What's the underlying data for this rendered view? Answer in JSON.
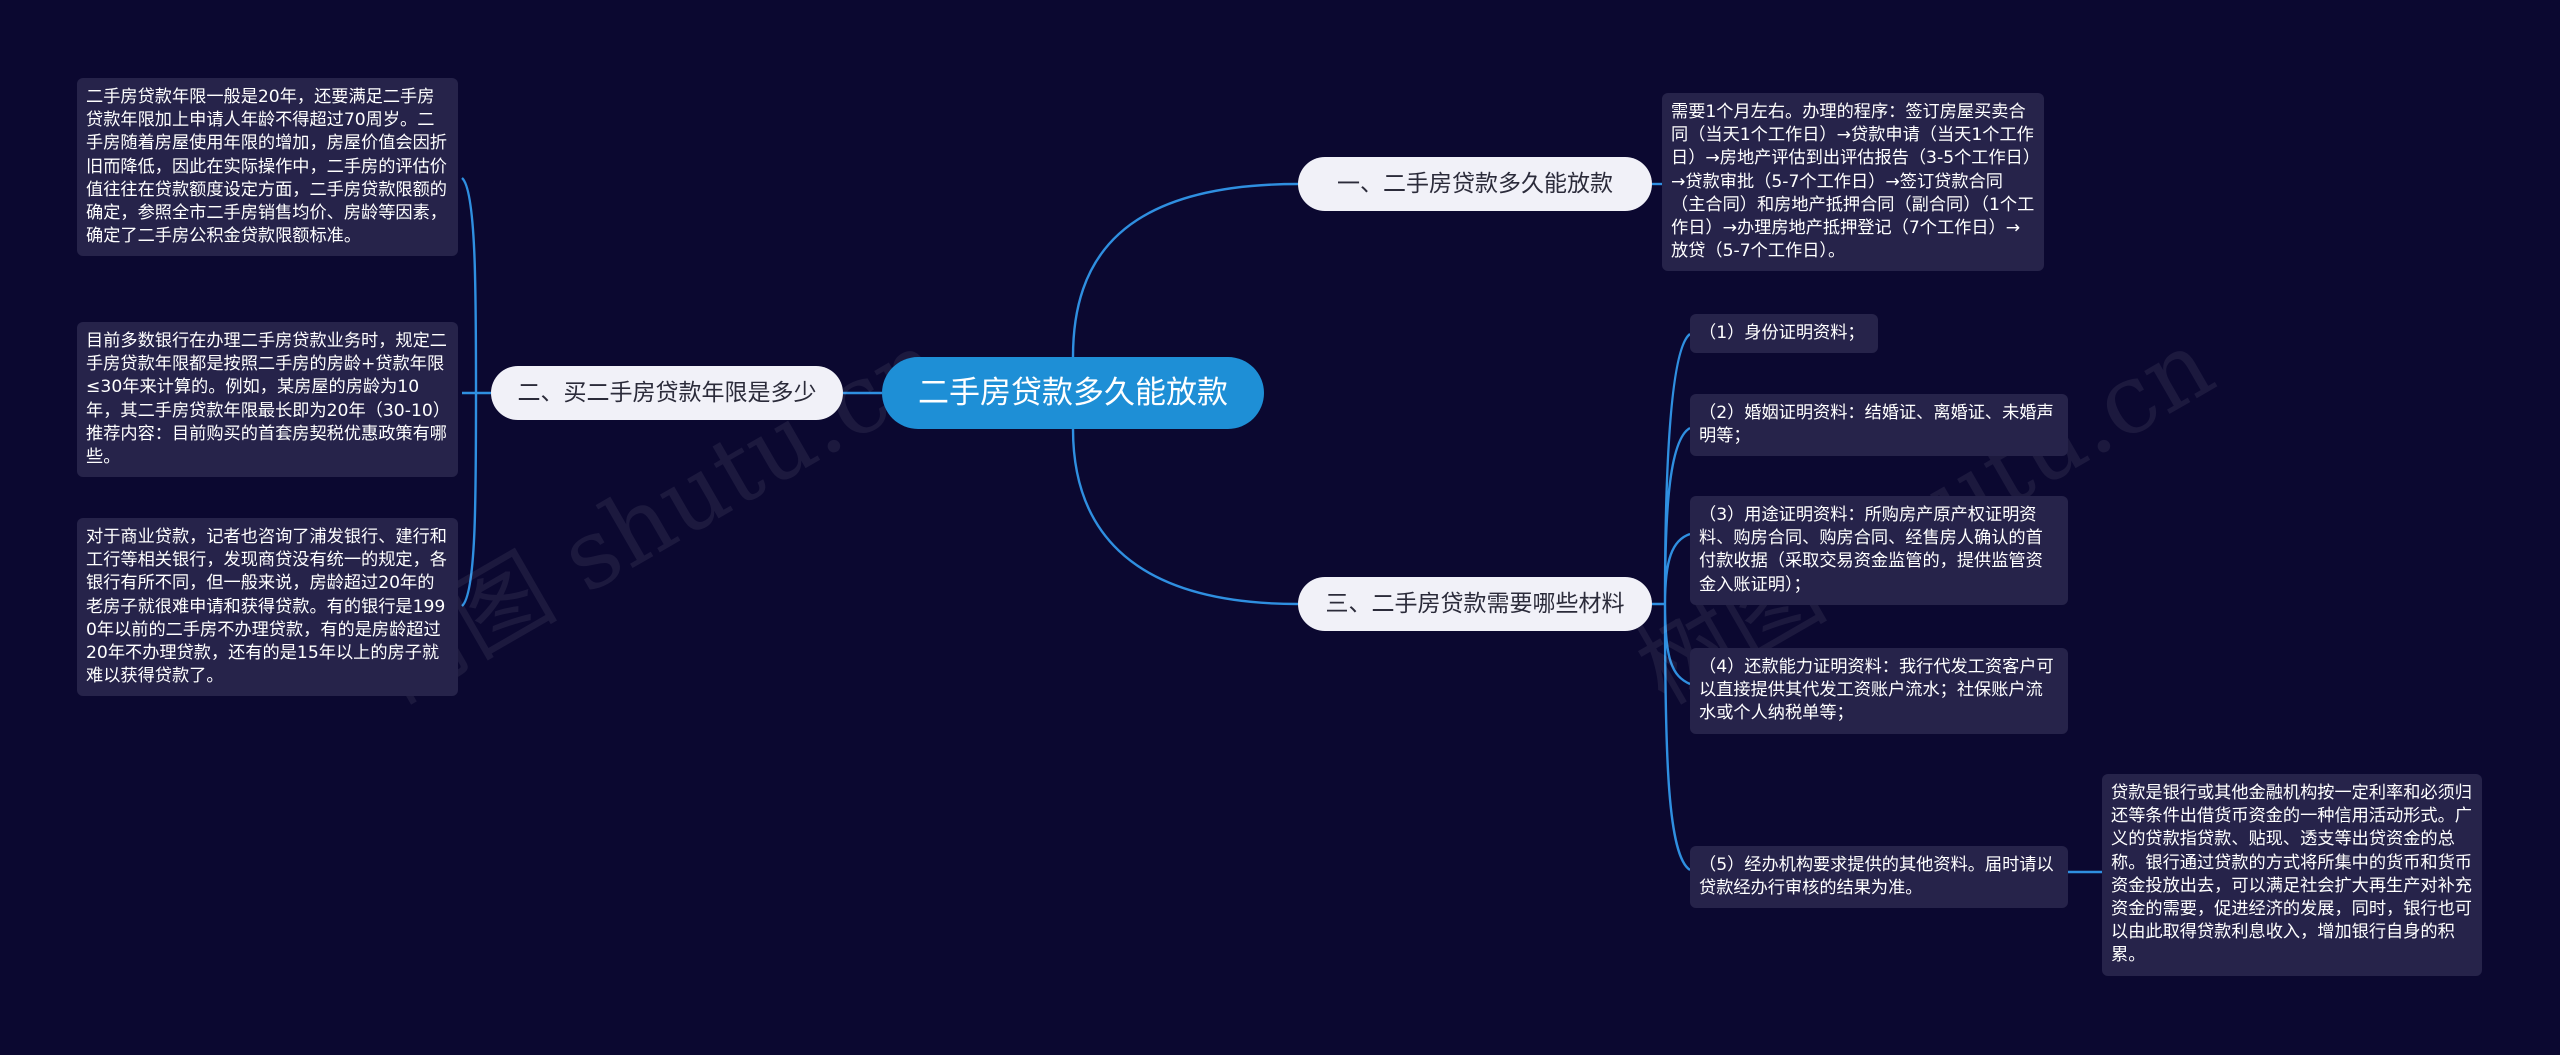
{
  "root": {
    "label": "二手房贷款多久能放款"
  },
  "branches": {
    "b1": {
      "label": "一、二手房贷款多久能放款"
    },
    "b2": {
      "label": "二、买二手房贷款年限是多少"
    },
    "b3": {
      "label": "三、二手房贷款需要哪些材料"
    }
  },
  "leaves": {
    "b1_1": "需要1个月左右。办理的程序：签订房屋买卖合同（当天1个工作日）→贷款申请（当天1个工作日）→房地产评估到出评估报告（3-5个工作日）→贷款审批（5-7个工作日）→签订贷款合同（主合同）和房地产抵押合同（副合同）（1个工作日）→办理房地产抵押登记（7个工作日）→放贷（5-7个工作日）。",
    "b2_1": "二手房贷款年限一般是20年，还要满足二手房贷款年限加上申请人年龄不得超过70周岁。二手房随着房屋使用年限的增加，房屋价值会因折旧而降低，因此在实际操作中，二手房的评估价值往往在贷款额度设定方面，二手房贷款限额的确定，参照全市二手房销售均价、房龄等因素，确定了二手房公积金贷款限额标准。",
    "b2_2": "目前多数银行在办理二手房贷款业务时，规定二手房贷款年限都是按照二手房的房龄+贷款年限≤30年来计算的。例如，某房屋的房龄为10年，其二手房贷款年限最长即为20年（30-10）推荐内容：目前购买的首套房契税优惠政策有哪些。",
    "b2_3": "对于商业贷款，记者也咨询了浦发银行、建行和工行等相关银行，发现商贷没有统一的规定，各银行有所不同，但一般来说，房龄超过20年的老房子就很难申请和获得贷款。有的银行是1990年以前的二手房不办理贷款，有的是房龄超过20年不办理贷款，还有的是15年以上的房子就难以获得贷款了。",
    "b3_1": "（1）身份证明资料；",
    "b3_2": "（2）婚姻证明资料：结婚证、离婚证、未婚声明等；",
    "b3_3": "（3）用途证明资料：所购房产原产权证明资料、购房合同、购房合同、经售房人确认的首付款收据（采取交易资金监管的，提供监管资金入账证明）；",
    "b3_4": "（4）还款能力证明资料：我行代发工资客户可以直接提供其代发工资账户流水；社保账户流水或个人纳税单等；",
    "b3_5": "（5）经办机构要求提供的其他资料。届时请以贷款经办行审核的结果为准。",
    "b3_5_1": "贷款是银行或其他金融机构按一定利率和必须归还等条件出借货币资金的一种信用活动形式。广义的贷款指贷款、贴现、透支等出贷资金的总称。银行通过贷款的方式将所集中的货币和货币资金投放出去，可以满足社会扩大再生产对补充资金的需要，促进经济的发展，同时，银行也可以由此取得贷款利息收入，增加银行自身的积累。"
  },
  "watermark": "树图 shutu.cn",
  "colors": {
    "background": "#0b0830",
    "root": "#1e8fd6",
    "link": "#2f8fe0",
    "leaf": "#26234a"
  }
}
